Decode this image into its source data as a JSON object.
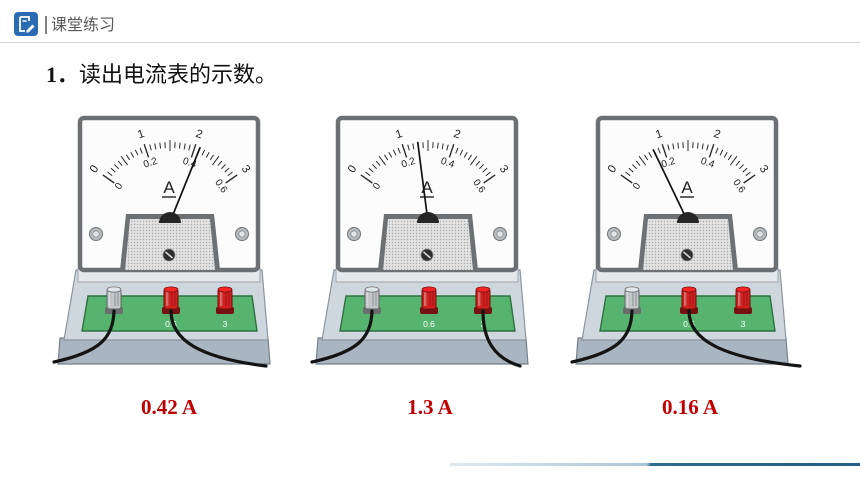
{
  "header": {
    "icon": "notebook-pencil-icon",
    "title": "课堂练习"
  },
  "question": {
    "number": "1．",
    "text": "读出电流表的示数。"
  },
  "meters": [
    {
      "unit": "A",
      "scale_outer": [
        "0",
        "1",
        "2",
        "3"
      ],
      "scale_inner": [
        "0",
        "0.2",
        "0.4",
        "0.6"
      ],
      "terminals": [
        {
          "color": "#c3c7ca",
          "wired": true
        },
        {
          "label": "0.6",
          "color": "#d41f1f",
          "wired": true
        },
        {
          "label": "3",
          "color": "#d41f1f",
          "wired": false
        }
      ],
      "needle_value": 0.42,
      "answer": "0.42 A"
    },
    {
      "unit": "A",
      "scale_outer": [
        "0",
        "1",
        "2",
        "3"
      ],
      "scale_inner": [
        "0",
        "0.2",
        "0.4",
        "0.6"
      ],
      "terminals": [
        {
          "color": "#c3c7ca",
          "wired": true
        },
        {
          "label": "0.6",
          "color": "#d41f1f",
          "wired": false
        },
        {
          "label": "3",
          "color": "#d41f1f",
          "wired": true
        }
      ],
      "needle_value": 1.3,
      "answer": "1.3 A"
    },
    {
      "unit": "A",
      "scale_outer": [
        "0",
        "1",
        "2",
        "3"
      ],
      "scale_inner": [
        "0",
        "0.2",
        "0.4",
        "0.6"
      ],
      "terminals": [
        {
          "color": "#c3c7ca",
          "wired": true
        },
        {
          "label": "0.6",
          "color": "#d41f1f",
          "wired": true
        },
        {
          "label": "3",
          "color": "#d41f1f",
          "wired": false
        }
      ],
      "needle_value": 0.16,
      "answer": "0.16 A"
    }
  ],
  "theme": {
    "accent": "#2a6cb3",
    "answer": "#c00000",
    "terminal_panel": "#57b46e"
  }
}
